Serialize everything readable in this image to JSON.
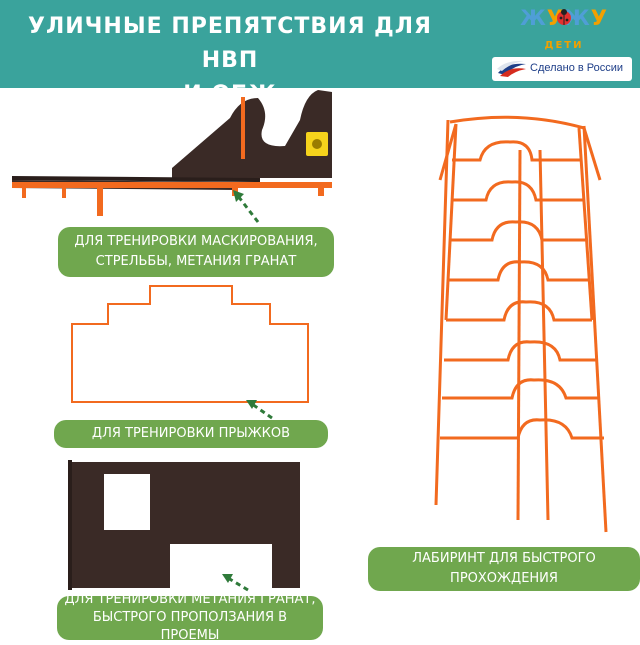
{
  "header": {
    "title_line1": "УЛИЧНЫЕ ПРЕПЯТСТВИЯ ДЛЯ НВП",
    "title_line2": "И ОБЖ",
    "bg_color": "#3aa39c"
  },
  "logo": {
    "letters": [
      "Ж",
      "У",
      "Ж",
      "У"
    ],
    "letter_colors": [
      "#4f9ed6",
      "#f2a000",
      "#4f9ed6",
      "#f2a000"
    ],
    "subtitle": "ДЕТИ",
    "icon": "ladybug-icon"
  },
  "badge": {
    "text": "Сделано в России",
    "icon": "russian-flag-swoosh-icon"
  },
  "captions": {
    "camouflage_line1": "ДЛЯ ТРЕНИРОВКИ МАСКИРОВАНИЯ,",
    "camouflage_line2": "СТРЕЛЬБЫ, МЕТАНИЯ ГРАНАТ",
    "jumps": "ДЛЯ ТРЕНИРОВКИ ПРЫЖКОВ",
    "maze_line1": "ЛАБИРИНТ ДЛЯ БЫСТРОГО",
    "maze_line2": "ПРОХОЖДЕНИЯ",
    "crawl_line1": "ДЛЯ ТРЕНИРОВКИ МЕТАНИЯ ГРАНАТ,",
    "crawl_line2": "БЫСТРОГО ПРОПОЛЗАНИЯ В ПРОЕМЫ"
  },
  "colors": {
    "label_green": "#70a74e",
    "frame_orange": "#f26a1f",
    "panel_brown": "#3a2a26",
    "arrow_green": "#2f7a3a"
  }
}
